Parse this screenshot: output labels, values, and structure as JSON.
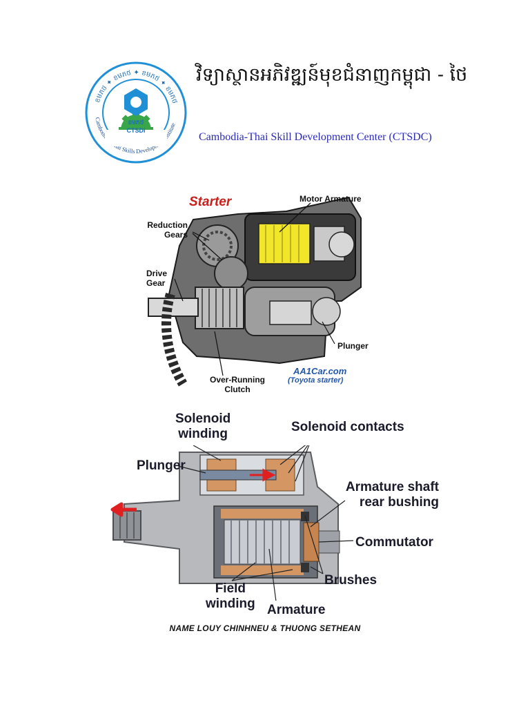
{
  "header": {
    "khmer_title": "វិទ្យាស្ថានអភិវឌ្ឍន៍មុខជំនាញកម្ពុជា - ថៃ",
    "english_title": "Cambodia-Thai Skill Development Center (CTSDC)"
  },
  "logo": {
    "ring_text_bottom": "Cambodian - Thai Skills Development Institute",
    "center_khmer": "ខមភថ",
    "center_abbr": "CTSDI"
  },
  "figure1": {
    "title": "Starter",
    "labels": {
      "motor_armature": "Motor Armature",
      "reduction_gears_1": "Reduction",
      "reduction_gears_2": "Gears",
      "drive_gear_1": "Drive",
      "drive_gear_2": "Gear",
      "plunger": "Plunger",
      "over_running_1": "Over-Running",
      "over_running_2": "Clutch"
    },
    "credit_site": "AA1Car.com",
    "credit_note": "(Toyota starter)"
  },
  "figure2": {
    "labels": {
      "solenoid_winding_1": "Solenoid",
      "solenoid_winding_2": "winding",
      "solenoid_contacts": "Solenoid contacts",
      "plunger": "Plunger",
      "armature_shaft_1": "Armature shaft",
      "armature_shaft_2": "rear bushing",
      "commutator": "Commutator",
      "brushes": "Brushes",
      "field_winding_1": "Field",
      "field_winding_2": "winding",
      "armature": "Armature"
    }
  },
  "footer": {
    "names": "NAME  LOUY CHINHNEU & THUONG SETHEAN"
  },
  "colors": {
    "title_blue": "#2a2ab8",
    "logo_blue": "#1f8fd6",
    "logo_green": "#3aa64a",
    "starter_red": "#c8201c",
    "armature_yellow": "#f2e62a",
    "arrow_red": "#e02020"
  }
}
